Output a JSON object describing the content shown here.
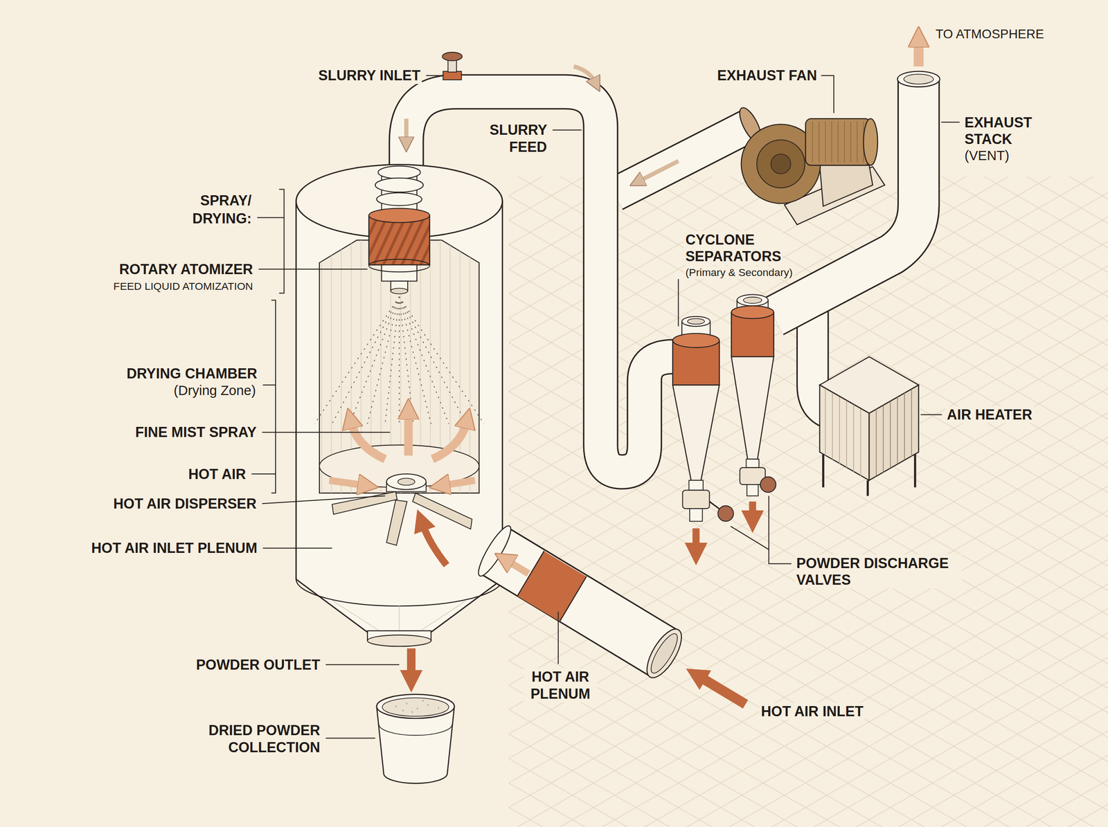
{
  "diagram": {
    "labels": [
      "SLURRY INLET",
      "TO ATMOSPHERE",
      "EXHAUST FAN",
      "SLURRY FEED",
      "EXHAUST STACK",
      "(VENT)",
      "SPRAY/ DRYING:",
      "ROTARY ATOMIZER",
      "FEED LIQUID ATOMIZATION",
      "DRYING CHAMBER",
      "(Drying Zone)",
      "FINE MIST SPRAY",
      "HOT AIR",
      "HOT AIR DISPERSER",
      "HOT AIR INLET PLENUM",
      "POWDER OUTLET",
      "DRIED POWDER COLLECTION",
      "HOT AIR PLENUM",
      "HOT AIR INLET",
      "POWDER DISCHARGE VALVES",
      "CYCLONE SEPARATORS",
      "(Primary & Secondary)",
      "AIR HEATER"
    ]
  }
}
